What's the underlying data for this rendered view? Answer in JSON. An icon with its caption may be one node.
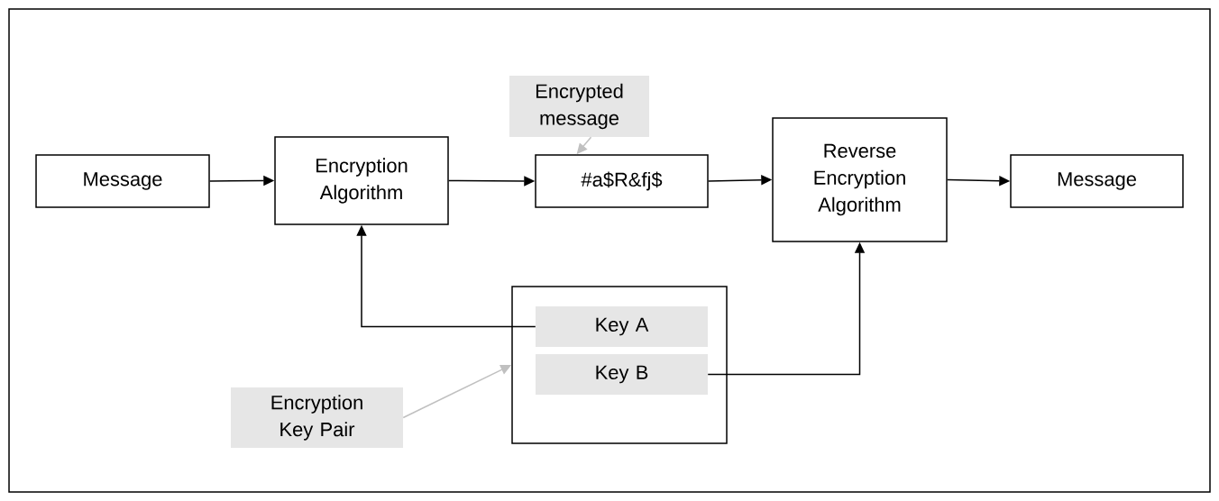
{
  "diagram": {
    "nodes": [
      {
        "text": [
          "Message"
        ]
      },
      {
        "text": [
          "Encryption Algorithm"
        ]
      },
      {
        "text": [
          "Encrypted message"
        ]
      },
      {
        "text": [
          "#a$R&fj$"
        ]
      },
      {
        "text": [
          "Reverse Encryption Algorithm"
        ]
      },
      {
        "text": [
          "Message"
        ]
      },
      {
        "text": [],
        "shape": "box"
      },
      {
        "text": [
          "Key A"
        ],
        "in": 6
      },
      {
        "text": [
          "Key B"
        ],
        "in": 6
      },
      {
        "text": [
          "Encryption Key Pair"
        ]
      }
    ],
    "edges": [
      {
        "from": 0,
        "to": 1,
        "arrow": "to"
      },
      {
        "from": 1,
        "to": 3,
        "arrow": "to"
      },
      {
        "from": 3,
        "to": 4,
        "arrow": "to"
      },
      {
        "from": 4,
        "to": 5,
        "arrow": "to"
      },
      {
        "from": 7,
        "to": 1,
        "arrow": "to"
      },
      {
        "from": 8,
        "to": 4,
        "arrow": "to"
      },
      {
        "from": 2,
        "to": 3,
        "arrow": "to",
        "color": "#c0c0c0"
      },
      {
        "from": 9,
        "to": 6,
        "arrow": "to",
        "color": "#c0c0c0"
      }
    ]
  }
}
